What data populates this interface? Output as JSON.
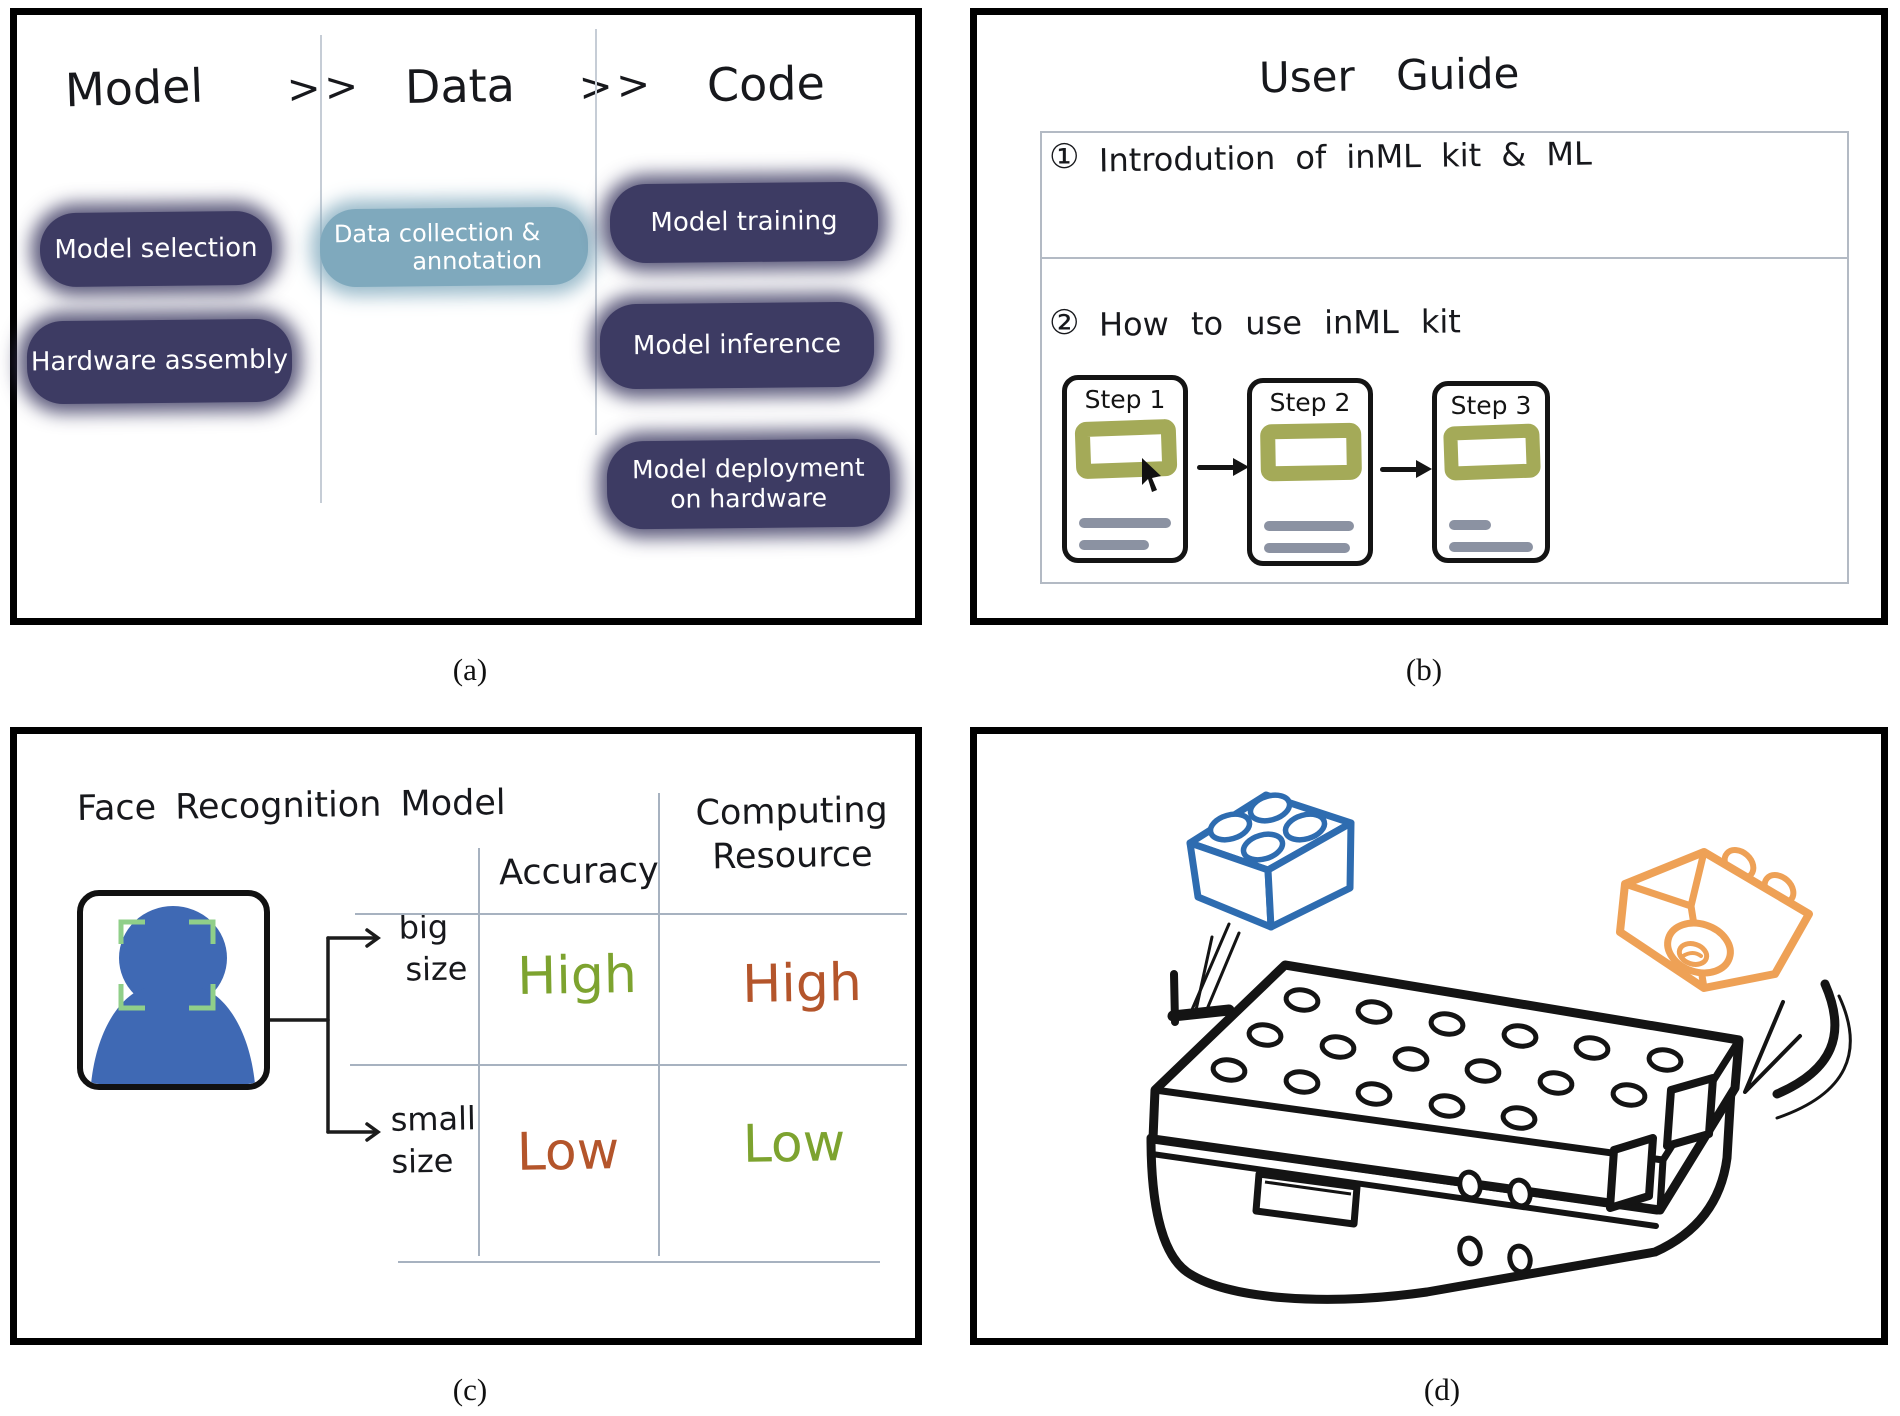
{
  "colors": {
    "pill_navy": "#3d3b63",
    "pill_teal": "#7fa9bd",
    "step_green": "#a4aa58",
    "bar_gray": "#8b92a2",
    "good_green": "#7da32f",
    "warn_red": "#b4552b",
    "person_blue": "#3f69b4",
    "bracket_green": "#90cf89",
    "brick_blue": "#2e6cb0",
    "brick_orange": "#eea156",
    "grid_gray": "#a7b2c0"
  },
  "panel_a": {
    "caption": "(a)",
    "title_model": "Model",
    "chevron": ">>",
    "title_data": "Data",
    "title_code": "Code",
    "pills": {
      "model_selection": "Model selection",
      "hardware_assembly": "Hardware assembly",
      "data_collection_line1": "Data collection &",
      "data_collection_line2": "annotation",
      "model_training": "Model training",
      "model_inference": "Model inference",
      "model_deployment_line1": "Model deployment",
      "model_deployment_line2": "on hardware"
    }
  },
  "panel_b": {
    "caption": "(b)",
    "title": "User Guide",
    "items": [
      {
        "num": "①",
        "text": "Introdution of  inML kit & ML"
      },
      {
        "num": "②",
        "text": "How to use inML kit"
      }
    ],
    "steps": [
      {
        "label": "Step 1"
      },
      {
        "label": "Step 2"
      },
      {
        "label": "Step 3"
      }
    ]
  },
  "panel_c": {
    "caption": "(c)",
    "title": "Face Recognition Model",
    "branches": [
      {
        "line1": "big",
        "line2": "size"
      },
      {
        "line1": "small",
        "line2": "size"
      }
    ],
    "headers": {
      "col1": "Accuracy",
      "col2_line1": "Computing",
      "col2_line2": "Resource"
    },
    "cells": {
      "big_accuracy": "High",
      "big_resource": "High",
      "small_accuracy": "Low",
      "small_resource": "Low"
    }
  },
  "panel_d": {
    "caption": "(d)",
    "icons": [
      "blue-lego-brick",
      "orange-camera-brick",
      "stacked-brick-case",
      "down-arrow-sketch",
      "curved-arrow-sketch"
    ]
  }
}
